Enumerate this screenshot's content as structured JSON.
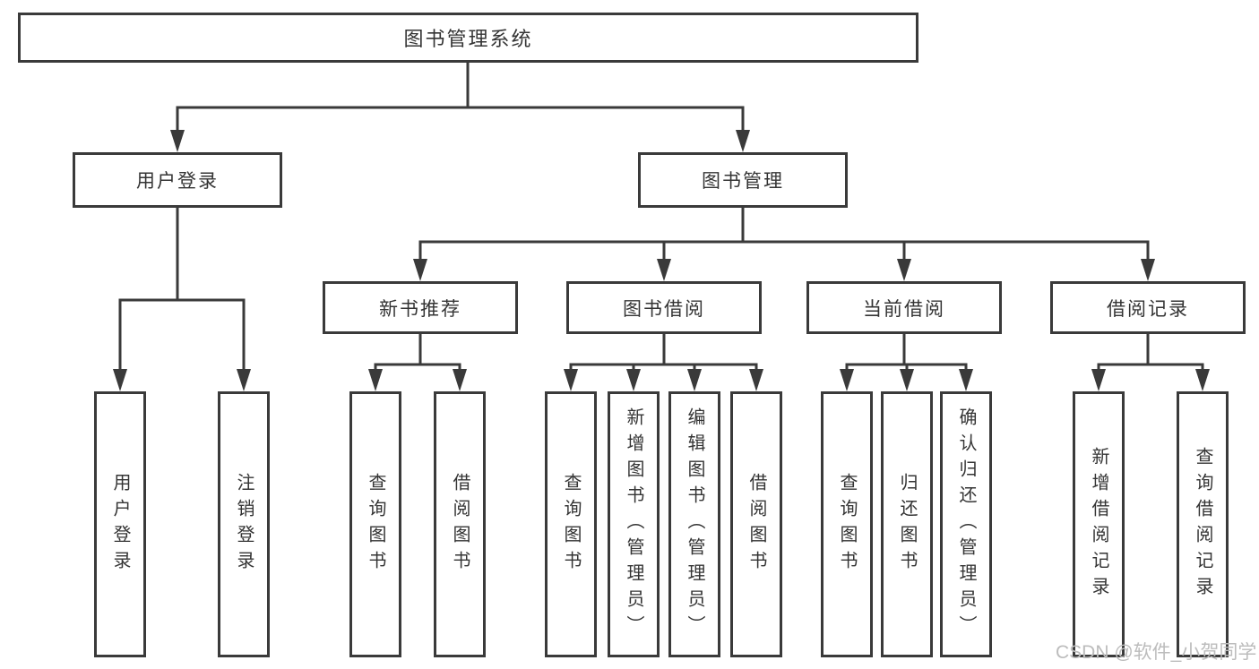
{
  "diagram": {
    "type": "hierarchy-tree",
    "nodes": {
      "root": "图书管理系统",
      "user_login": "用户登录",
      "book_mgmt": "图书管理",
      "new_books": "新书推荐",
      "book_borrow": "图书借阅",
      "current_borrow": "当前借阅",
      "borrow_records": "借阅记录",
      "ul_login": "用户登录",
      "ul_logout": "注销登录",
      "nb_query": "查询图书",
      "nb_borrow": "借阅图书",
      "bb_query": "查询图书",
      "bb_add": "新增图书（管理员）",
      "bb_edit": "编辑图书（管理员）",
      "bb_borrow": "借阅图书",
      "cb_query": "查询图书",
      "cb_return": "归还图书",
      "cb_confirm": "确认归还（管理员）",
      "br_add": "新增借阅记录",
      "br_query": "查询借阅记录"
    },
    "edges": [
      [
        "root",
        "user_login"
      ],
      [
        "root",
        "book_mgmt"
      ],
      [
        "user_login",
        "ul_login"
      ],
      [
        "user_login",
        "ul_logout"
      ],
      [
        "book_mgmt",
        "new_books"
      ],
      [
        "book_mgmt",
        "book_borrow"
      ],
      [
        "book_mgmt",
        "current_borrow"
      ],
      [
        "book_mgmt",
        "borrow_records"
      ],
      [
        "new_books",
        "nb_query"
      ],
      [
        "new_books",
        "nb_borrow"
      ],
      [
        "book_borrow",
        "bb_query"
      ],
      [
        "book_borrow",
        "bb_add"
      ],
      [
        "book_borrow",
        "bb_edit"
      ],
      [
        "book_borrow",
        "bb_borrow"
      ],
      [
        "current_borrow",
        "cb_query"
      ],
      [
        "current_borrow",
        "cb_return"
      ],
      [
        "current_borrow",
        "cb_confirm"
      ],
      [
        "borrow_records",
        "br_add"
      ],
      [
        "borrow_records",
        "br_query"
      ]
    ],
    "colors": {
      "line": "#3a3a3a",
      "box_border": "#3a3a3a",
      "box_background": "#ffffff",
      "text": "#343434",
      "watermark": "#bcbcbc"
    }
  },
  "watermark": "CSDN @软件_小贺同学"
}
